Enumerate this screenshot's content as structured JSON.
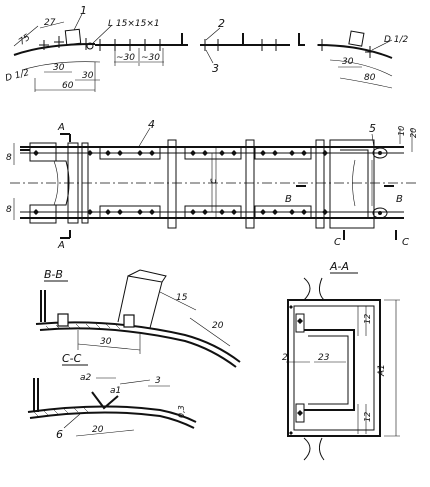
{
  "top_view": {
    "callouts": [
      "1",
      "2",
      "3"
    ],
    "angle_section": "L 15×15×1",
    "diameter_left": "D 1/2",
    "diameter_right": "D 1/2",
    "dims": [
      "75",
      "27",
      "30",
      "30",
      "60",
      "~30",
      "~30",
      "30",
      "80"
    ]
  },
  "plan_view": {
    "callouts": [
      "4",
      "5"
    ],
    "section_marks": {
      "a_top": "A",
      "a_bottom": "A",
      "b_left": "B",
      "b_right": "B",
      "c_left": "C",
      "c_right": "C"
    },
    "dims": {
      "left_upper": "8",
      "left_lower": "8",
      "right_10": "10",
      "right_20": "20",
      "center": "c"
    }
  },
  "section_bb": {
    "title": "B-B",
    "dims": [
      "15",
      "20",
      "30"
    ]
  },
  "section_cc": {
    "title": "C-C",
    "dims": [
      "a2",
      "a1",
      "3",
      "0,3",
      "20"
    ],
    "callout": "6"
  },
  "section_aa": {
    "title": "A-A",
    "dims": [
      "12",
      "A1",
      "2",
      "23",
      "12"
    ]
  }
}
